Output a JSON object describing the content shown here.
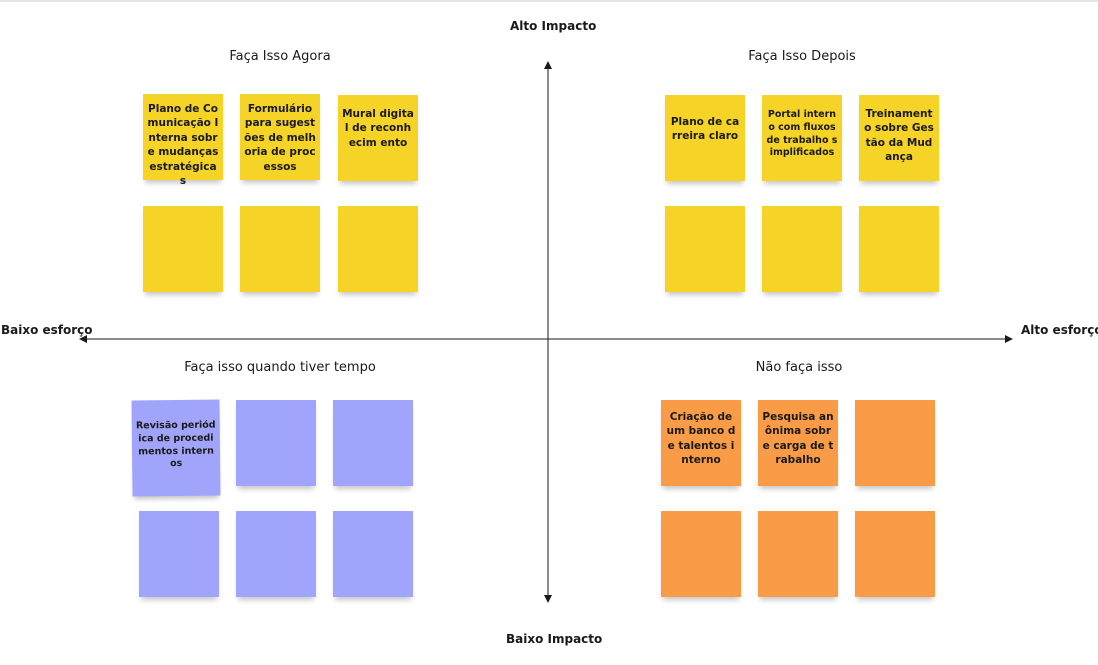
{
  "axes": {
    "top": "Alto Impacto",
    "bottom": "Baixo Impacto",
    "left": "Baixo esforço",
    "right": "Alto esforço"
  },
  "quadrants": {
    "top_left": {
      "title": "Faça Isso Agora",
      "notes": [
        "Plano de Comunicação Interna sobre mudanças estratégicas",
        "Formulário para sugestões de melhoria de processos",
        "Mural digital de reconhecim ento",
        "",
        "",
        ""
      ]
    },
    "top_right": {
      "title": "Faça Isso Depois",
      "notes": [
        "Plano de carreira claro",
        "Portal interno com fluxos de trabalho simplificados",
        "Treinament o sobre Gestão da Mudança",
        "",
        "",
        ""
      ]
    },
    "bottom_left": {
      "title": "Faça isso quando tiver tempo",
      "notes": [
        "Revisão periódica de procedimentos internos",
        "",
        "",
        "",
        "",
        ""
      ]
    },
    "bottom_right": {
      "title": "Não faça isso",
      "notes": [
        "Criação de um banco de talentos interno",
        "Pesquisa anônima sobre carga de trabalho",
        "",
        "",
        "",
        ""
      ]
    }
  },
  "colors": {
    "yellow": "#f5d327",
    "blue": "#a0a4fa",
    "orange": "#fa9b48"
  }
}
